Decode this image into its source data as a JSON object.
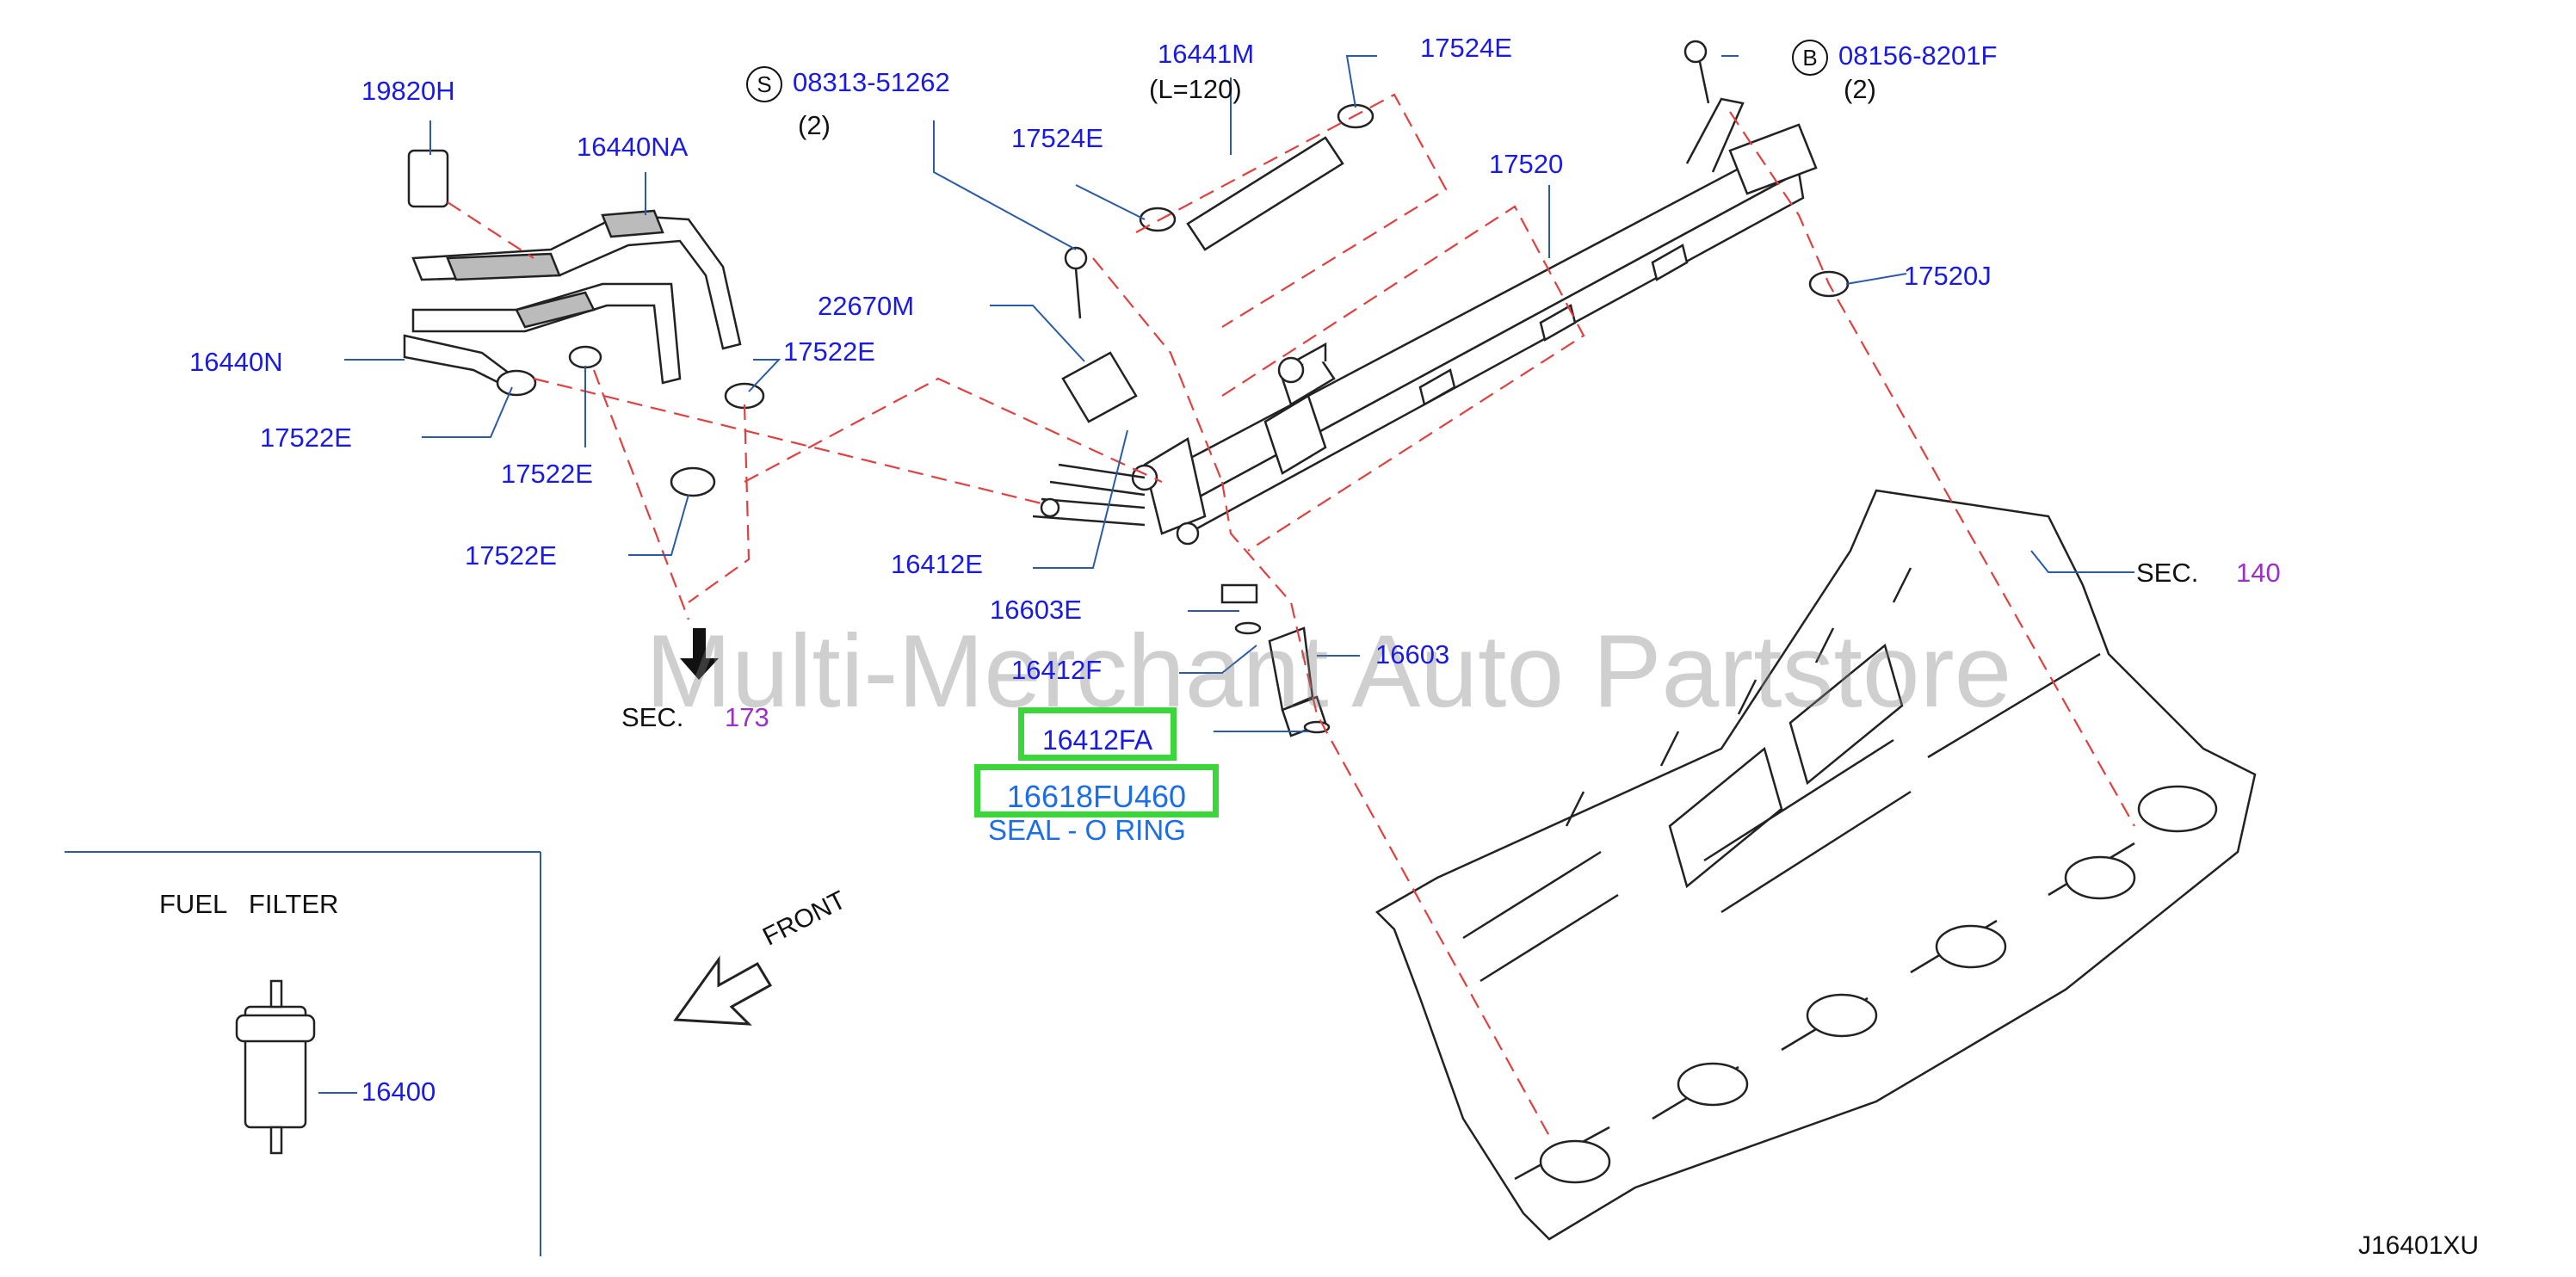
{
  "watermark": "Multi-Merchant Auto Partstore",
  "diagram_code": "J16401XU",
  "labels": {
    "p19820H": "19820H",
    "p16440NA": "16440NA",
    "p16440N": "16440N",
    "p17522E_a": "17522E",
    "p17522E_b": "17522E",
    "p17522E_c": "17522E",
    "p17522E_d": "17522E",
    "s_circle": "S",
    "p08313": "08313-51262",
    "qty_s": "(2)",
    "p17524E_a": "17524E",
    "p17524E_b": "17524E",
    "p16441M": "16441M",
    "len": "(L=120)",
    "b_circle": "B",
    "p08156": "08156-8201F",
    "qty_b": "(2)",
    "p17520": "17520",
    "p17520J": "17520J",
    "p22670M": "22670M",
    "p16412E": "16412E",
    "p16603E": "16603E",
    "p16412F": "16412F",
    "p16603": "16603",
    "p16412FA": "16412FA",
    "p16618FU460": "16618FU460",
    "seal": "SEAL - O RING",
    "sec_word_a": "SEC.",
    "sec_140": "140",
    "sec_word_b": "SEC.",
    "sec_173": "173",
    "fuel_filter": "FUEL   FILTER",
    "p16400": "16400",
    "front": "FRONT"
  },
  "colors": {
    "part_number": "#1a1ae6",
    "section_number": "#9b30c8",
    "highlight": "#3ad63a",
    "dash": "#e04040",
    "leader": "#2a5aa8"
  }
}
